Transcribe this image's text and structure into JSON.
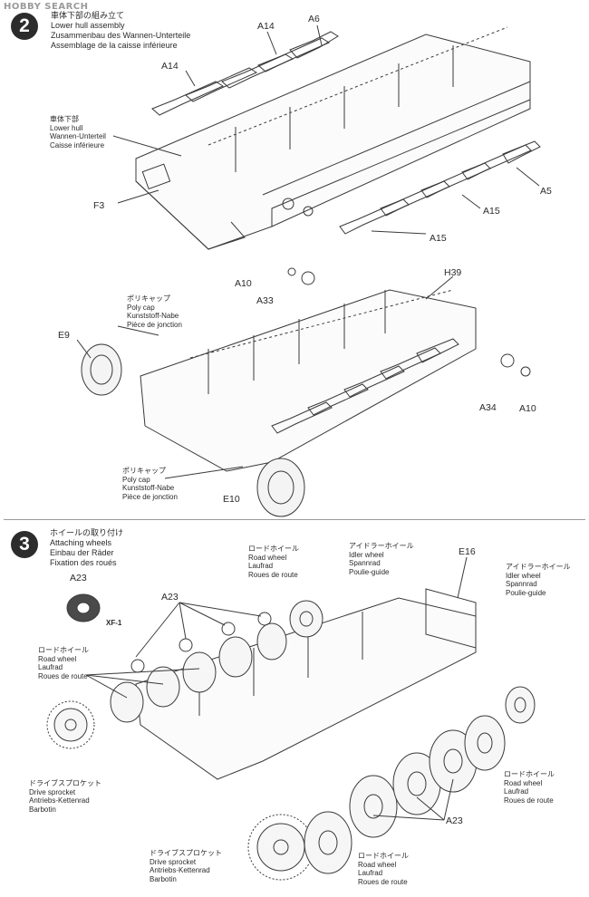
{
  "watermark": "HOBBY SEARCH",
  "step2": {
    "number": "2",
    "title_jp": "車体下部の組み立て",
    "title_en": "Lower hull assembly",
    "title_de": "Zusammenbau des Wannen-Unterteile",
    "title_fr": "Assemblage de la caisse inférieure",
    "callout_hull": [
      "車体下部",
      "Lower hull",
      "Wannen-Unterteil",
      "Caisse inférieure"
    ],
    "callout_polycap_top": [
      "ポリキャップ",
      "Poly cap",
      "Kunststoff-Nabe",
      "Pièce de jonction"
    ],
    "callout_polycap_bottom": [
      "ポリキャップ",
      "Poly cap",
      "Kunststoff-Nabe",
      "Pièce de jonction"
    ],
    "parts": {
      "a14_top": "A14",
      "a6": "A6",
      "a14_left": "A14",
      "f3": "F3",
      "a5": "A5",
      "a15_right": "A15",
      "a15_bottom": "A15",
      "a10_top": "A10",
      "a33": "A33",
      "h39": "H39",
      "e9": "E9",
      "a34": "A34",
      "a10_right": "A10",
      "e10": "E10"
    }
  },
  "step3": {
    "number": "3",
    "title_jp": "ホイールの取り付け",
    "title_en": "Attaching wheels",
    "title_de": "Einbau der Räder",
    "title_fr": "Fixation des roués",
    "paint_code": "XF-1",
    "callout_roadwheel_top": [
      "ロードホイール",
      "Road wheel",
      "Laufrad",
      "Roues de route"
    ],
    "callout_idler_top": [
      "アイドラーホイール",
      "Idler wheel",
      "Spannrad",
      "Poulie-guide"
    ],
    "callout_idler_right": [
      "アイドラーホイール",
      "Idler wheel",
      "Spannrad",
      "Poulie-guide"
    ],
    "callout_roadwheel_left": [
      "ロードホイール",
      "Road wheel",
      "Laufrad",
      "Roues de route"
    ],
    "callout_roadwheel_right": [
      "ロードホイール",
      "Road wheel",
      "Laufrad",
      "Roues de route"
    ],
    "callout_sprocket_left": [
      "ドライブスプロケット",
      "Drive sprocket",
      "Antriebs-Kettenrad",
      "Barbotin"
    ],
    "callout_sprocket_bottom": [
      "ドライブスプロケット",
      "Drive sprocket",
      "Antriebs-Kettenrad",
      "Barbotin"
    ],
    "callout_roadwheel_bottom": [
      "ロードホイール",
      "Road wheel",
      "Laufrad",
      "Roues de route"
    ],
    "parts": {
      "a23_detail": "A23",
      "a23_top": "A23",
      "e16": "E16",
      "a23_bottom": "A23"
    }
  }
}
